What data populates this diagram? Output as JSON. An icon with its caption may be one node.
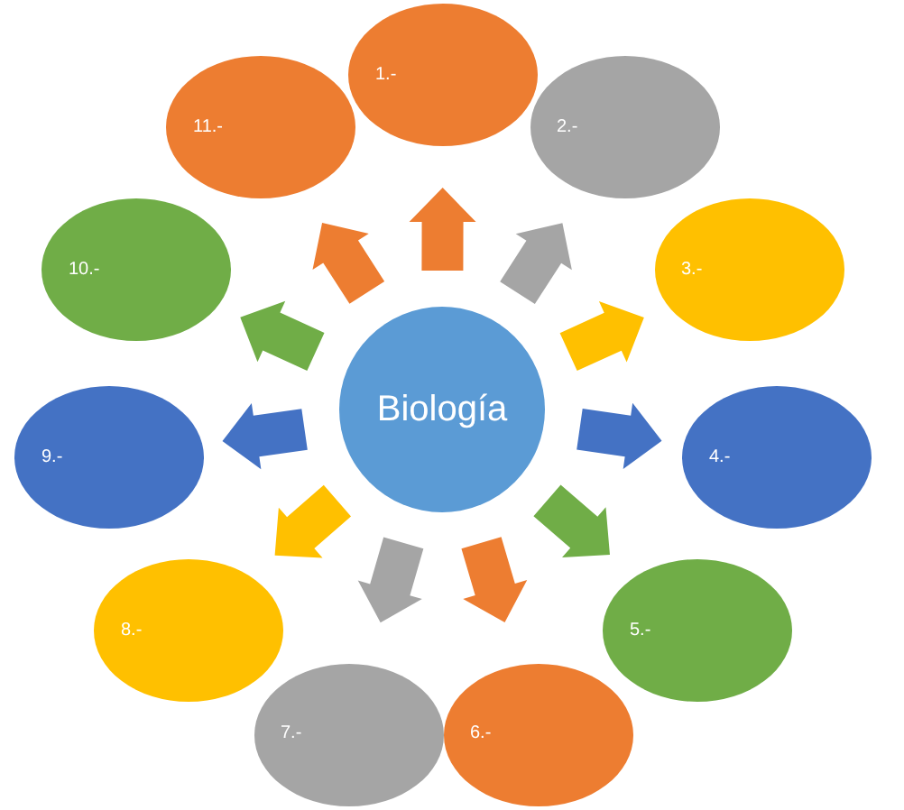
{
  "diagram": {
    "nodes": [
      {
        "text": [
          "Biología"
        ]
      },
      {
        "text": [
          "1.-"
        ]
      },
      {
        "text": [
          "2.-"
        ]
      },
      {
        "text": [
          "3.-"
        ]
      },
      {
        "text": [
          "4.-"
        ]
      },
      {
        "text": [
          "5.-"
        ]
      },
      {
        "text": [
          "6.-"
        ]
      },
      {
        "text": [
          "7.-"
        ]
      },
      {
        "text": [
          "8.-"
        ]
      },
      {
        "text": [
          "9.-"
        ]
      },
      {
        "text": [
          "10.-"
        ]
      },
      {
        "text": [
          "11.-"
        ]
      }
    ],
    "edges": [
      {
        "from": 0,
        "to": 1,
        "arrow": "to",
        "color": "#ed7d31"
      },
      {
        "from": 0,
        "to": 2,
        "arrow": "to",
        "color": "#a5a5a5"
      },
      {
        "from": 0,
        "to": 3,
        "arrow": "to",
        "color": "#ffc000"
      },
      {
        "from": 0,
        "to": 4,
        "arrow": "to",
        "color": "#4472c4"
      },
      {
        "from": 0,
        "to": 5,
        "arrow": "to",
        "color": "#70ad47"
      },
      {
        "from": 0,
        "to": 6,
        "arrow": "to",
        "color": "#ed7d31"
      },
      {
        "from": 0,
        "to": 7,
        "arrow": "to",
        "color": "#a5a5a5"
      },
      {
        "from": 0,
        "to": 8,
        "arrow": "to",
        "color": "#ffc000"
      },
      {
        "from": 0,
        "to": 9,
        "arrow": "to",
        "color": "#4472c4"
      },
      {
        "from": 0,
        "to": 10,
        "arrow": "to",
        "color": "#70ad47"
      },
      {
        "from": 0,
        "to": 11,
        "arrow": "to",
        "color": "#ed7d31"
      }
    ]
  }
}
